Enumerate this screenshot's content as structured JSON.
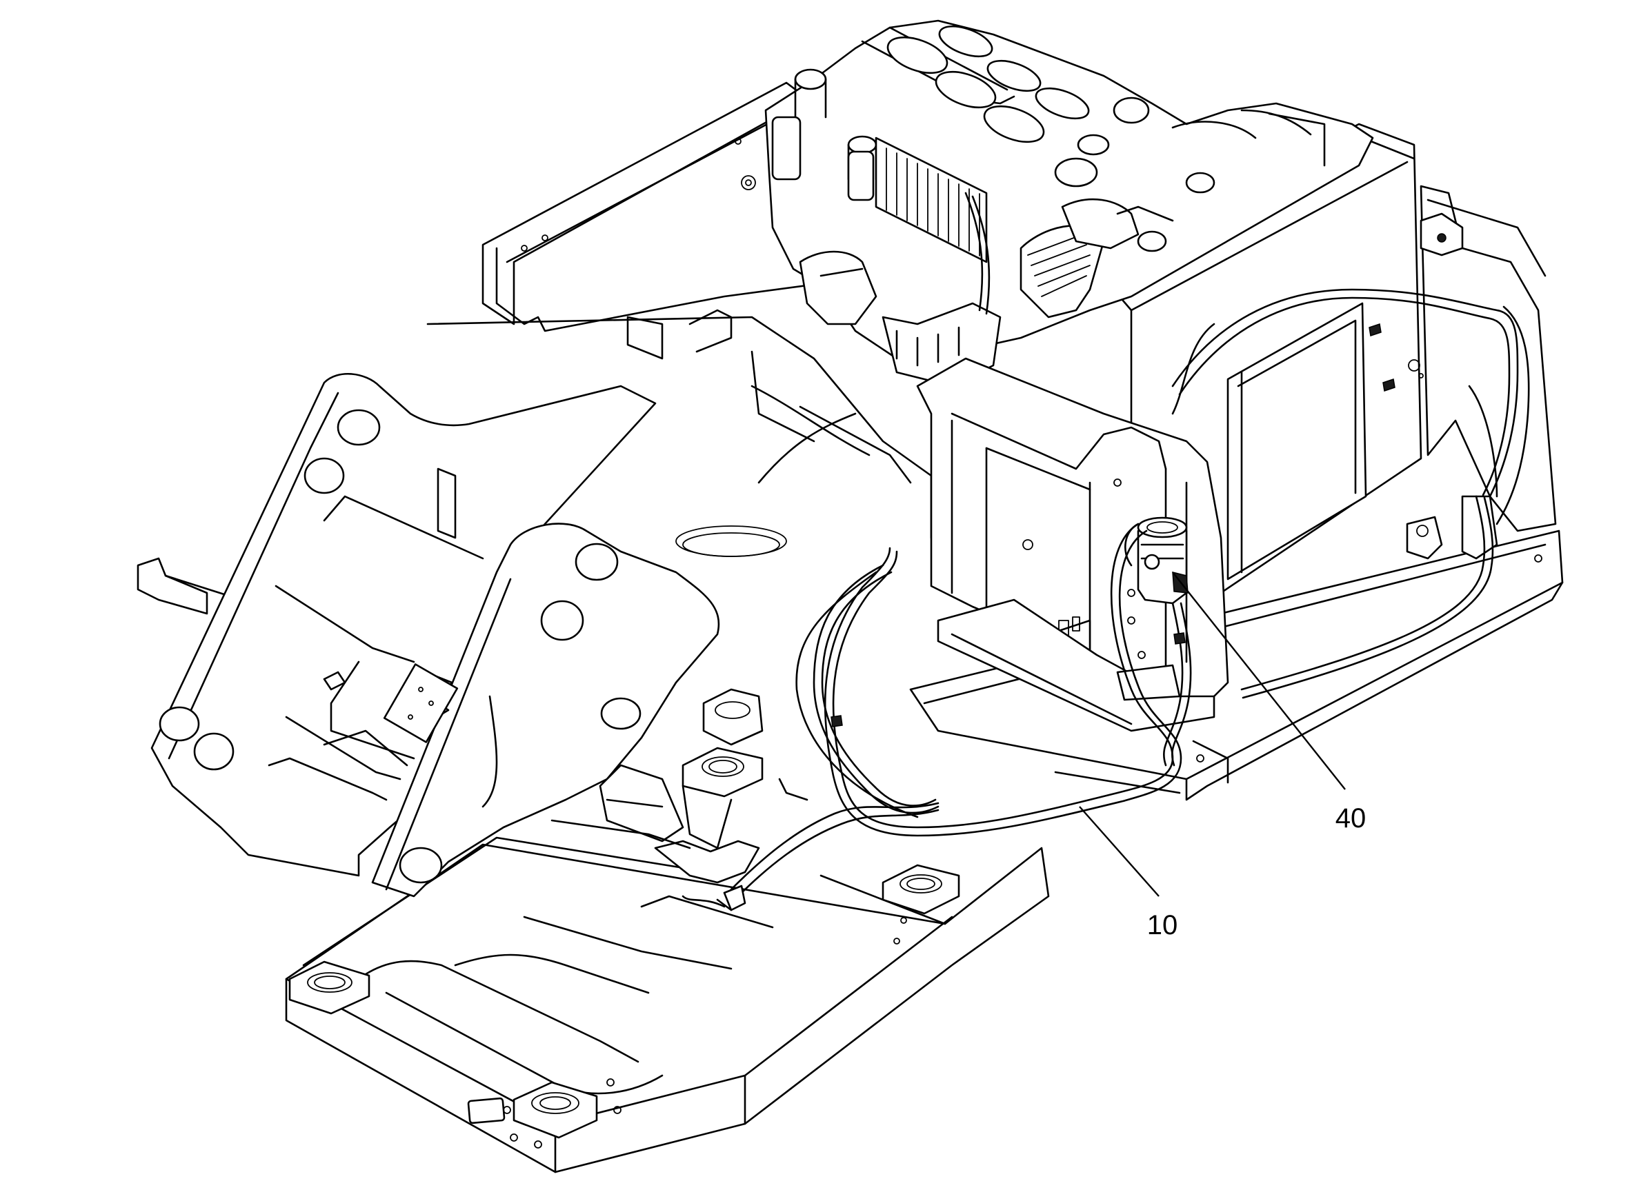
{
  "figure": {
    "background": "#ffffff",
    "line_color": "#000000"
  },
  "callouts": [
    {
      "id": "callout-10",
      "label": "10"
    },
    {
      "id": "callout-40",
      "label": "40"
    }
  ],
  "parts": {
    "engine": "engine-assembly",
    "radiator": "radiator",
    "fuel_filter": "fuel-filter",
    "fuel_hose": "fuel-hose",
    "frame": "upper-frame",
    "boom_bracket": "boom-mounting-bracket"
  }
}
